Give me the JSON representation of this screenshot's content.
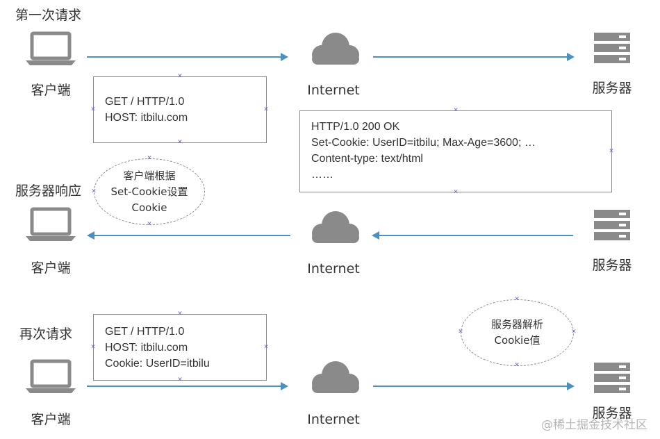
{
  "colors": {
    "arrow": "#4a90c0",
    "icon": "#8a8a8a",
    "border": "#8a8a8a",
    "handle": "#5b5bd6"
  },
  "icons": {
    "client": "laptop-icon",
    "network": "cloud-icon",
    "server": "server-icon"
  },
  "stages": [
    {
      "title": "第一次请求",
      "client_label": "客户端",
      "internet_label": "Internet",
      "server_label": "服务器",
      "direction": "client-to-server",
      "request_lines": [
        "GET / HTTP/1.0",
        "HOST: itbilu.com"
      ]
    },
    {
      "title": "服务器响应",
      "client_label": "客户端",
      "internet_label": "Internet",
      "server_label": "服务器",
      "direction": "server-to-client",
      "response_lines": [
        "HTTP/1.0 200 OK",
        "Set-Cookie: UserID=itbilu; Max-Age=3600; …",
        "Content-type: text/html",
        "……"
      ],
      "note_lines": [
        "客户端根据",
        "Set-Cookie设置",
        "Cookie"
      ]
    },
    {
      "title": "再次请求",
      "client_label": "客户端",
      "internet_label": "Internet",
      "server_label": "服务器",
      "direction": "client-to-server",
      "request_lines": [
        "GET / HTTP/1.0",
        "HOST: itbilu.com",
        "Cookie: UserID=itbilu"
      ],
      "note_lines": [
        "服务器解析",
        "Cookie值"
      ]
    }
  ],
  "watermark": "@稀土掘金技术社区"
}
